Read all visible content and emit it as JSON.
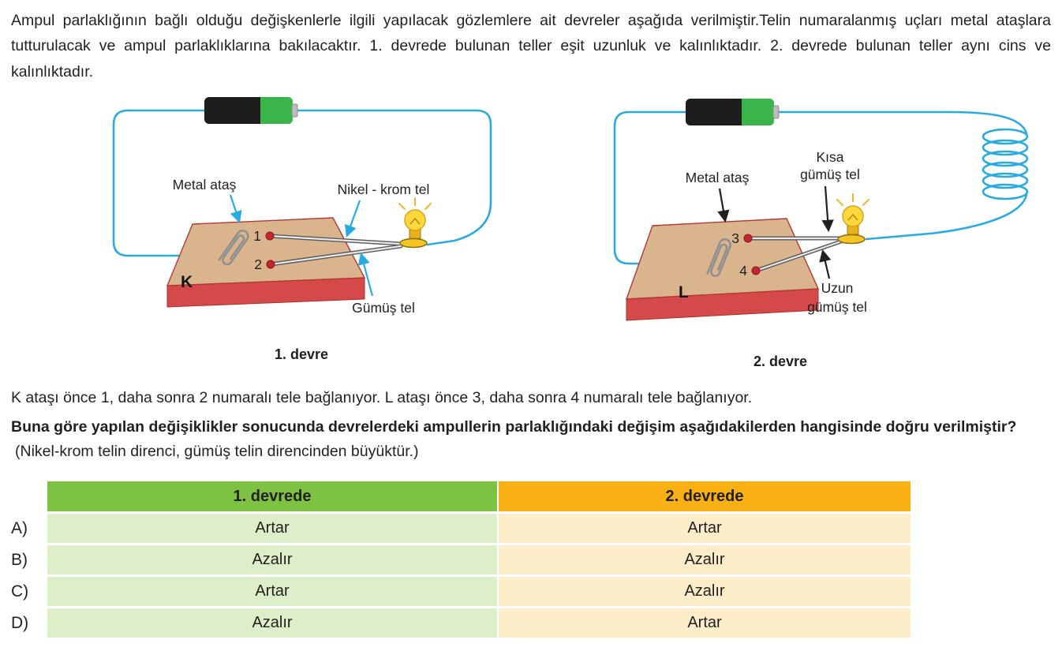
{
  "intro": {
    "text": "Ampul parlaklığının bağlı olduğu değişkenlerle ilgili yapılacak gözlemlere ait devreler aşağıda verilmiştir.Telin numaralanmış uçları metal ataşlara tutturulacak ve ampul parlaklıklarına bakılacaktır. 1. devrede bulunan teller eşit uzunluk ve kalınlıktadır. 2. devrede bulunan teller aynı cins ve kalınlıktadır."
  },
  "circuit1": {
    "label_metal_atas": "Metal ataş",
    "label_nikel_krom": "Nikel - krom tel",
    "label_gumus": "Gümüş tel",
    "board_letter": "K",
    "point_1": "1",
    "point_2": "2",
    "caption": "1. devre"
  },
  "circuit2": {
    "label_metal_atas": "Metal ataş",
    "label_kisa_1": "Kısa",
    "label_kisa_2": "gümüş tel",
    "label_uzun_1": "Uzun",
    "label_uzun_2": "gümüş tel",
    "board_letter": "L",
    "point_3": "3",
    "point_4": "4",
    "caption": "2. devre"
  },
  "middle": {
    "connection_text": "K ataşı önce 1, daha sonra 2 numaralı tele bağlanıyor. L ataşı önce 3, daha sonra 4 numaralı tele bağlanıyor.",
    "question_bold": "Buna göre yapılan değişiklikler sonucunda devrelerdeki ampullerin parlaklığındaki değişim aşağıdakilerden hangisinde doğru verilmiştir?",
    "question_note": "(Nikel-krom telin direnci, gümüş telin direncinden büyüktür.)"
  },
  "answer_table": {
    "headers": [
      "1. devrede",
      "2. devrede"
    ],
    "rows": [
      {
        "letter": "A)",
        "devre1": "Artar",
        "devre2": "Artar"
      },
      {
        "letter": "B)",
        "devre1": "Azalır",
        "devre2": "Azalır"
      },
      {
        "letter": "C)",
        "devre1": "Artar",
        "devre2": "Azalır"
      },
      {
        "letter": "D)",
        "devre1": "Azalır",
        "devre2": "Artar"
      }
    ]
  },
  "colors": {
    "header_green": "#7dc242",
    "header_orange": "#f8b014",
    "cell_green": "#ddefc8",
    "cell_orange": "#fdeec9",
    "wire_blue": "#29abe2",
    "board_top": "#d9b48d",
    "board_side": "#d6494b",
    "bulb_yellow": "#ffd93b",
    "point_red": "#c1272d",
    "text_dark": "#231f20"
  }
}
